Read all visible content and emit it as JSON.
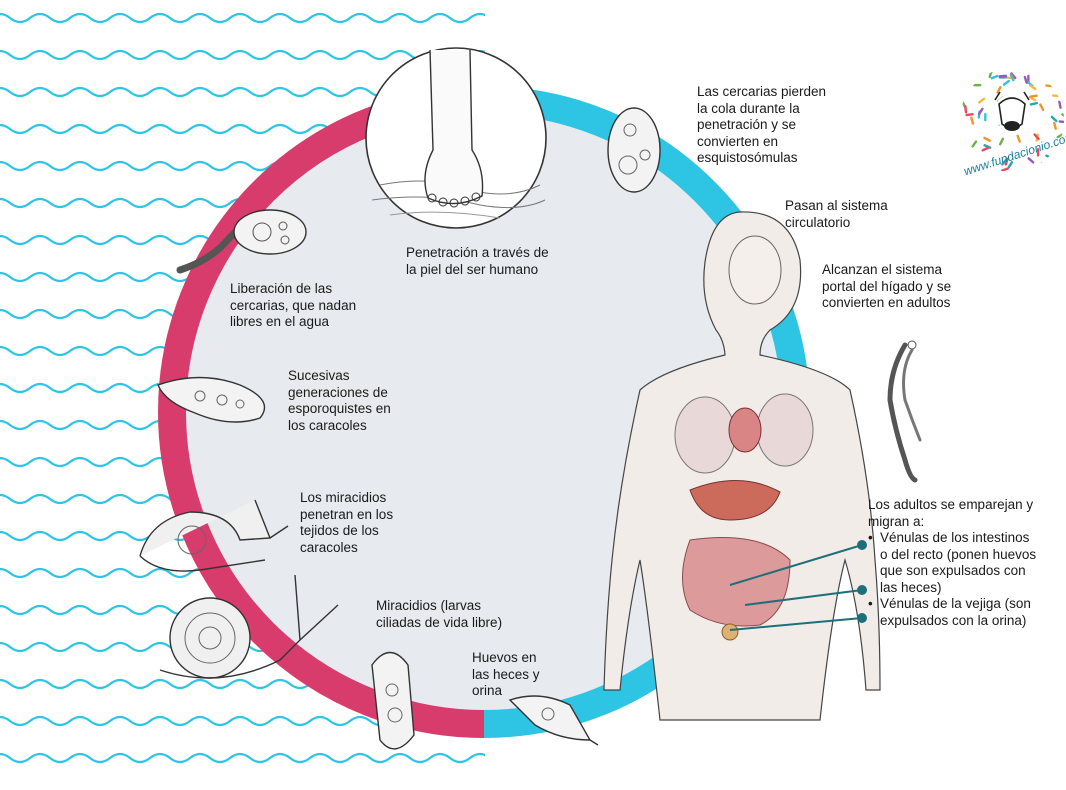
{
  "colors": {
    "wave": "#2ec4e3",
    "ring_left": "#d83c6c",
    "ring_right": "#2ec4e3",
    "circle_fill": "#e7eaee",
    "leader": "#1f6f7a",
    "skin": "#f2ece8"
  },
  "stages": {
    "penetration": [
      "Penetración a través de",
      "la piel del ser humano"
    ],
    "release": [
      "Liberación de las",
      "cercarias, que nadan",
      "libres en el agua"
    ],
    "sporocysts": [
      "Sucesivas",
      "generaciones de",
      "esporoquistes en",
      "los caracoles"
    ],
    "miracidia_penetrate": [
      "Los miracidios",
      "penetran en los",
      "tejidos de los",
      "caracoles"
    ],
    "miracidia": [
      "Miracidios (larvas",
      "ciliadas de vida libre)"
    ],
    "eggs": [
      "Huevos en",
      "las heces y",
      "orina"
    ],
    "cercariae_lose_tail": [
      "Las cercarias pierden",
      "la cola durante la",
      "penetración y se",
      "convierten en",
      "esquistosómulas"
    ],
    "circulatory": [
      "Pasan al sistema",
      "circulatorio"
    ],
    "liver": [
      "Alcanzan el sistema",
      "portal del hígado y se",
      "convierten en adultos"
    ],
    "adults_title": [
      "Los adultos se emparejan y",
      "migran a:"
    ],
    "adults_bullets": [
      [
        "Vénulas de los intestinos",
        "o del recto (ponen huevos",
        "que son expulsados con",
        "las heces)"
      ],
      [
        "Vénulas de la vejiga (son",
        "expulsados con la orina)"
      ]
    ]
  },
  "logo": {
    "url": "www.fundacionio.com",
    "icon": "cow-icon"
  },
  "icons": [
    "foot-icon",
    "cercaria-icon",
    "schistosomulum-icon",
    "sporocyst-icon",
    "snail-icon",
    "miracidium-icon",
    "egg-icon",
    "adult-worms-icon",
    "human-figure-icon"
  ]
}
